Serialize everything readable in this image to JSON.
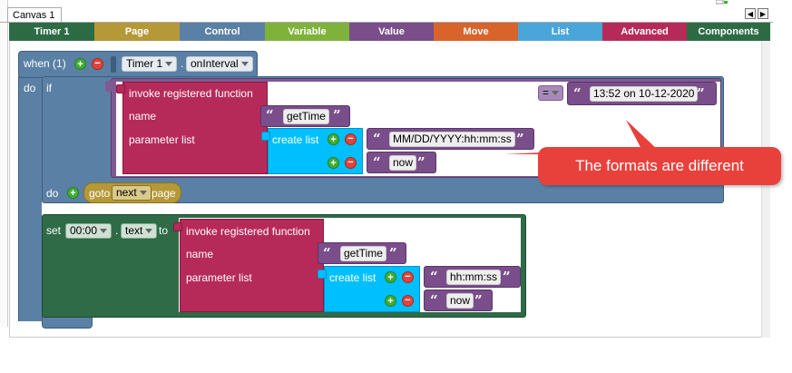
{
  "window": {
    "tab_label": "Canvas 1",
    "nav_prev": "◀",
    "nav_next": "▶"
  },
  "categories": [
    {
      "label": "Timer 1",
      "color": "#2d6b45"
    },
    {
      "label": "Page",
      "color": "#b59838"
    },
    {
      "label": "Control",
      "color": "#5b80a5"
    },
    {
      "label": "Variable",
      "color": "#7fb23a"
    },
    {
      "label": "Value",
      "color": "#7a4d8b"
    },
    {
      "label": "Move",
      "color": "#d8632b"
    },
    {
      "label": "List",
      "color": "#4aa6d8"
    },
    {
      "label": "Advanced",
      "color": "#b62a5a"
    },
    {
      "label": "Components",
      "color": "#2d6b45"
    }
  ],
  "when_block": {
    "label": "when (1)",
    "component": "Timer 1",
    "event": "onInterval",
    "do_label": "do",
    "plus": "+",
    "minus": "−"
  },
  "if_block": {
    "if_label": "if",
    "do_label": "do",
    "invoke": {
      "title": "invoke registered function",
      "name_label": "name",
      "name_value": "getTime",
      "params_label": "parameter list",
      "create_list": "create list",
      "items": [
        "MM/DD/YYYY:hh:mm:ss",
        "now"
      ]
    },
    "compare_op": "=",
    "compare_value": "13:52 on 10-12-2020",
    "goto_label": "goto",
    "goto_target": "next",
    "goto_page": "page"
  },
  "set_block": {
    "set_label": "set",
    "component": "00:00",
    "property": "text",
    "to_label": "to",
    "invoke": {
      "title": "invoke registered function",
      "name_label": "name",
      "name_value": "getTime",
      "params_label": "parameter list",
      "create_list": "create list",
      "items": [
        "hh:mm:ss",
        "now"
      ]
    }
  },
  "callout": {
    "text": "The formats are different",
    "color": "#e8413c"
  },
  "quote_open": "“",
  "quote_close": "”"
}
